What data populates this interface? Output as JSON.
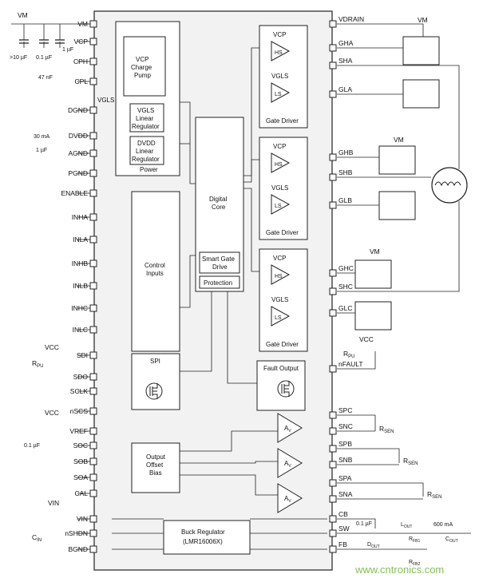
{
  "left_pins": [
    "VM",
    "VCP",
    "CPH",
    "CPL",
    "DGND",
    "DVDD",
    "AGND",
    "PGND",
    "ENABLE",
    "INHA",
    "INLA",
    "INHB",
    "INLB",
    "INHC",
    "INLC",
    "SDI",
    "SDO",
    "SCLK",
    "nSCS",
    "VREF",
    "SOC",
    "SOB",
    "SOA",
    "CAL",
    "VIN",
    "nSHDN",
    "BGND"
  ],
  "right_pins": [
    "VDRAIN",
    "GHA",
    "SHA",
    "GLA",
    "GHB",
    "SHB",
    "GLB",
    "GHC",
    "SHC",
    "GLC",
    "nFAULT",
    "SPC",
    "SNC",
    "SPB",
    "SNB",
    "SPA",
    "SNA",
    "CB",
    "SW",
    "FB"
  ],
  "blocks": {
    "charge_pump": [
      "VCP",
      "Charge",
      "Pump"
    ],
    "vgls_reg": [
      "VGLS",
      "Linear",
      "Regulator"
    ],
    "dvdd_reg": [
      "DVDD",
      "Linear",
      "Regulator"
    ],
    "power": "Power",
    "vgls_side": "VGLS",
    "digital_core": [
      "Digital",
      "Core"
    ],
    "smart_gate": [
      "Smart Gate",
      "Drive"
    ],
    "protection": "Protection",
    "control_inputs": [
      "Control",
      "Inputs"
    ],
    "spi": "SPI",
    "fault_output": "Fault Output",
    "output_offset": [
      "Output",
      "Offset",
      "Bias"
    ],
    "buck": [
      "Buck Regulator",
      "(LMR16006X)"
    ],
    "gate_driver": "Gate Driver",
    "vcp": "VCP",
    "vgls": "VGLS",
    "hs": "HS",
    "ls": "LS",
    "amp": "A",
    "amp_sub": "V"
  },
  "annotations": {
    "vm": "VM",
    "cap_10u": ">10 µF",
    "cap_01u": "0.1 µF",
    "cap_1u": "1 µF",
    "cap_47n": "47 nF",
    "i30": "30 mA",
    "cap_1u_dvdd": "1 µF",
    "vcc": "VCC",
    "rpu": "R",
    "rpu_sub": "PU",
    "cap_vref": "0.1 µF",
    "vin": "VIN",
    "cin": "C",
    "cin_sub": "IN",
    "rsen": "R",
    "rsen_sub": "SEN",
    "cb_cap": "0.1 µF",
    "lout": "L",
    "lout_sub": "OUT",
    "i600": "600 mA",
    "dout": "D",
    "dout_sub": "OUT",
    "rfb1": "R",
    "rfb1_sub": "FB1",
    "rfb2": "R",
    "rfb2_sub": "FB2",
    "cout": "C",
    "cout_sub": "OUT",
    "watermark": "www.cntronics.com"
  }
}
